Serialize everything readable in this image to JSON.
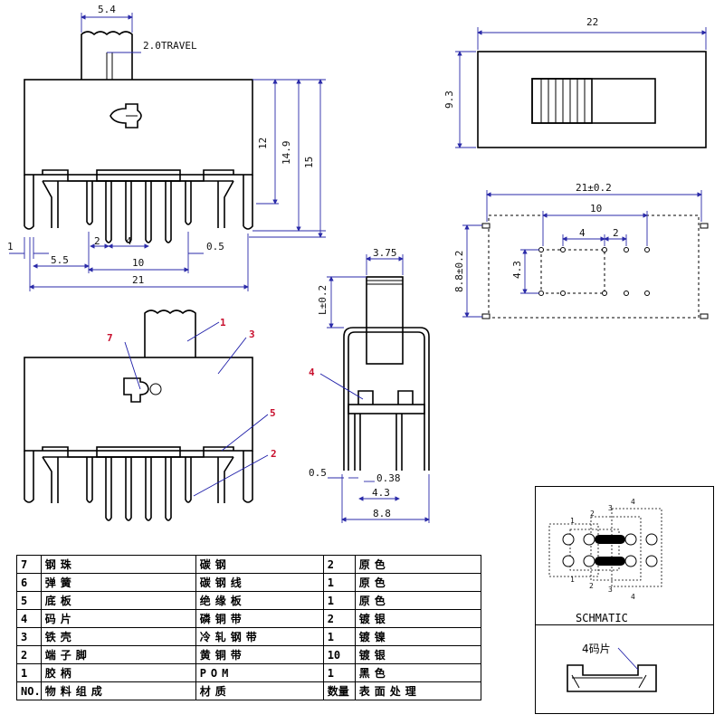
{
  "front_view": {
    "dims": {
      "top_width": "5.4",
      "travel": "2.0TRAVEL",
      "h12": "12",
      "h14_9": "14.9",
      "h15": "15",
      "d1": "1",
      "d2": "2",
      "d4": "4",
      "d0_5": "0.5",
      "d5_5": "5.5",
      "d10": "10",
      "d21": "21"
    }
  },
  "top_view": {
    "width": "22",
    "height": "9.3"
  },
  "pcb_layout": {
    "width": "21±0.2",
    "inner": "10",
    "p4": "4",
    "p2": "2",
    "h4_3": "4.3",
    "h8_8": "8.8±0.2"
  },
  "side_view": {
    "top": "3.75",
    "l": "L±0.2",
    "w0_5": "0.5",
    "w0_38": "0.38",
    "w4_3": "4.3",
    "w8_8": "8.8"
  },
  "callouts": [
    "1",
    "2",
    "3",
    "4",
    "5",
    "7"
  ],
  "schematic": {
    "label": "SCHMATIC",
    "nums_top": [
      "1",
      "2",
      "3",
      "4"
    ],
    "nums_bottom": [
      "1",
      "2",
      "3",
      "4"
    ],
    "part_label": "4码片"
  },
  "bom": {
    "rows": [
      {
        "no": "7",
        "name": "钢珠",
        "material": "碳钢",
        "qty": "2",
        "finish": "原色"
      },
      {
        "no": "6",
        "name": "弹簧",
        "material": "碳钢线",
        "qty": "1",
        "finish": "原色"
      },
      {
        "no": "5",
        "name": "底板",
        "material": "绝缘板",
        "qty": "1",
        "finish": "原色"
      },
      {
        "no": "4",
        "name": "码片",
        "material": "磷铜带",
        "qty": "2",
        "finish": "镀银"
      },
      {
        "no": "3",
        "name": "铁壳",
        "material": "冷轧钢带",
        "qty": "1",
        "finish": "镀镍"
      },
      {
        "no": "2",
        "name": "端子脚",
        "material": "黄铜带",
        "qty": "10",
        "finish": "镀银"
      },
      {
        "no": "1",
        "name": "胶柄",
        "material": "POM",
        "qty": "1",
        "finish": "黑色"
      }
    ],
    "header": {
      "no": "NO.",
      "name": "物料组成",
      "material": "材质",
      "qty": "数量",
      "finish": "表面处理"
    }
  }
}
